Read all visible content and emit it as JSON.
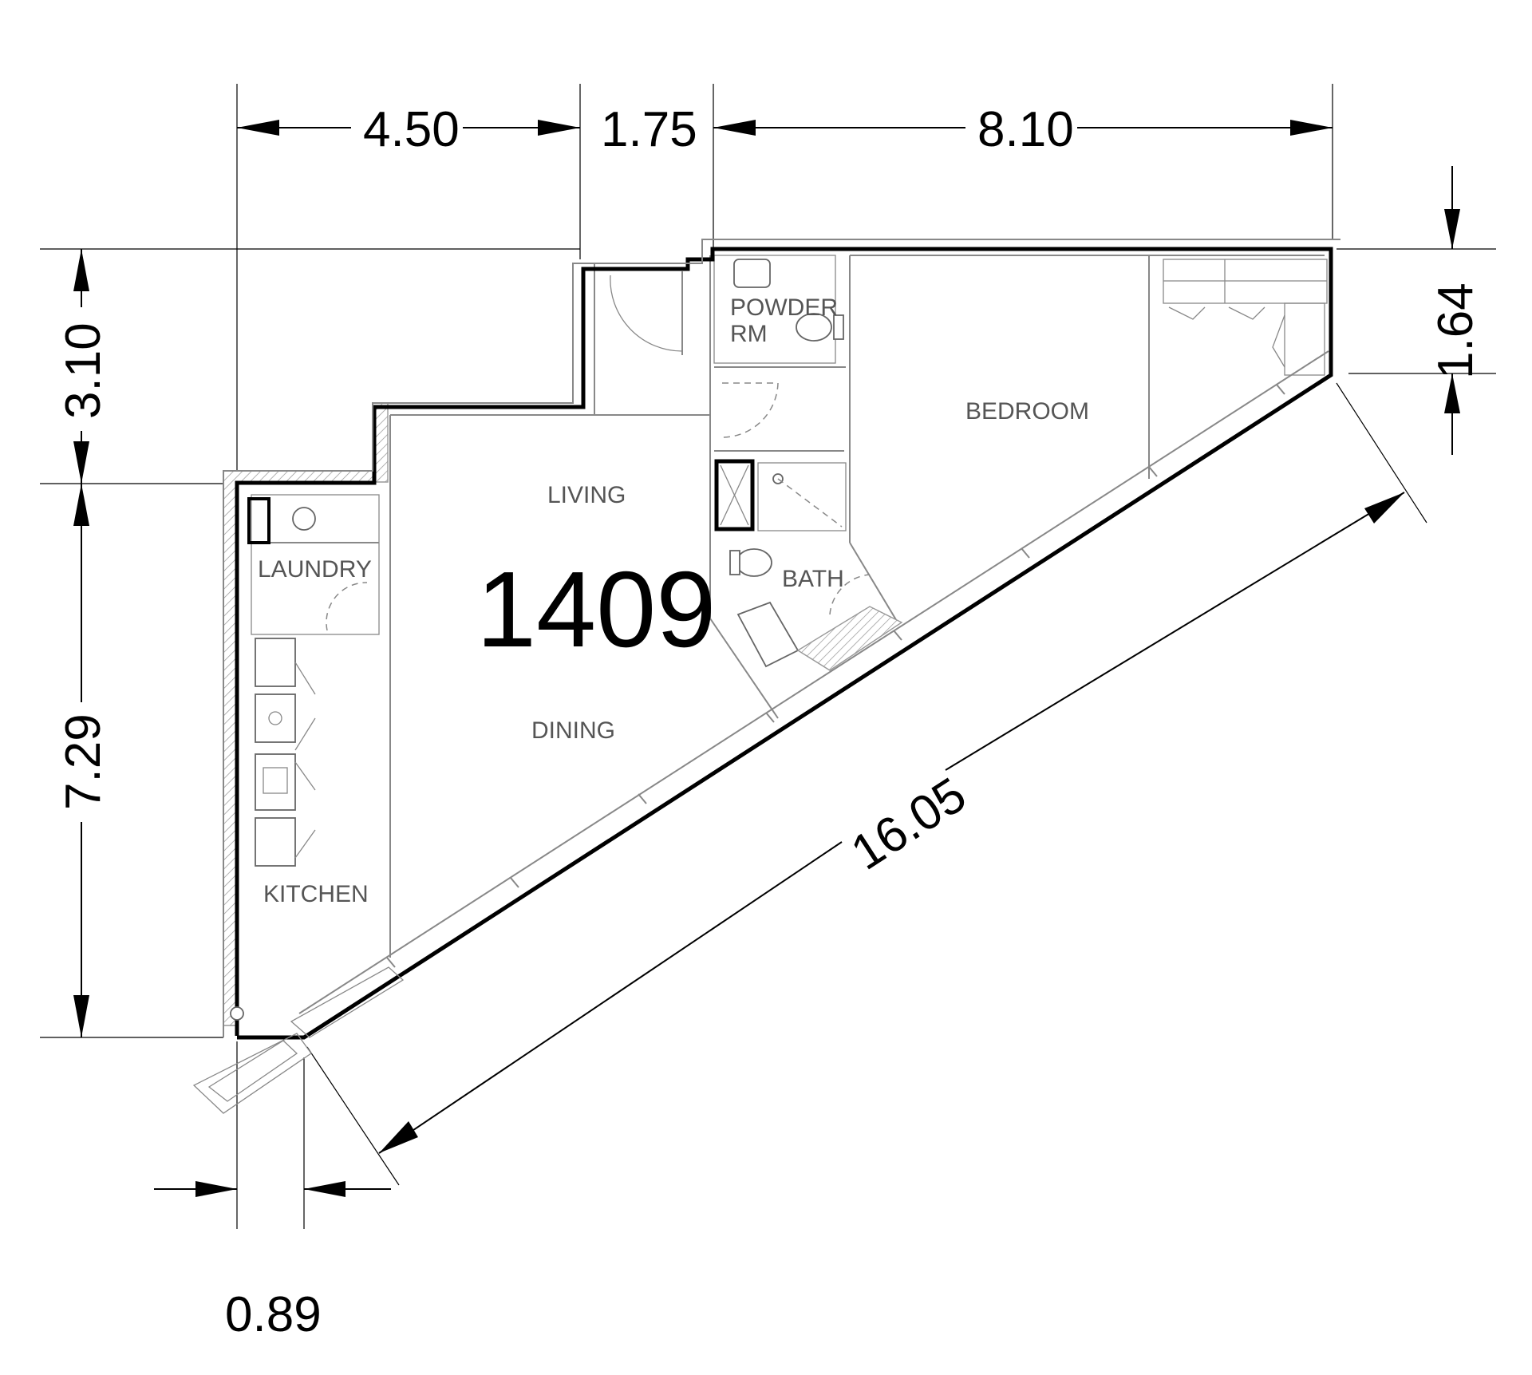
{
  "unit_number": "1409",
  "rooms": {
    "powder_line1": "POWDER",
    "powder_line2": "RM",
    "laundry": "LAUNDRY",
    "living": "LIVING",
    "dining": "DINING",
    "kitchen": "KITCHEN",
    "bath": "BATH",
    "bedroom": "BEDROOM"
  },
  "dimensions": {
    "top_left": "4.50",
    "top_middle": "1.75",
    "top_right": "8.10",
    "left_upper": "3.10",
    "left_lower": "7.29",
    "right_upper": "1.64",
    "diagonal": "16.05",
    "bottom": "0.89"
  }
}
